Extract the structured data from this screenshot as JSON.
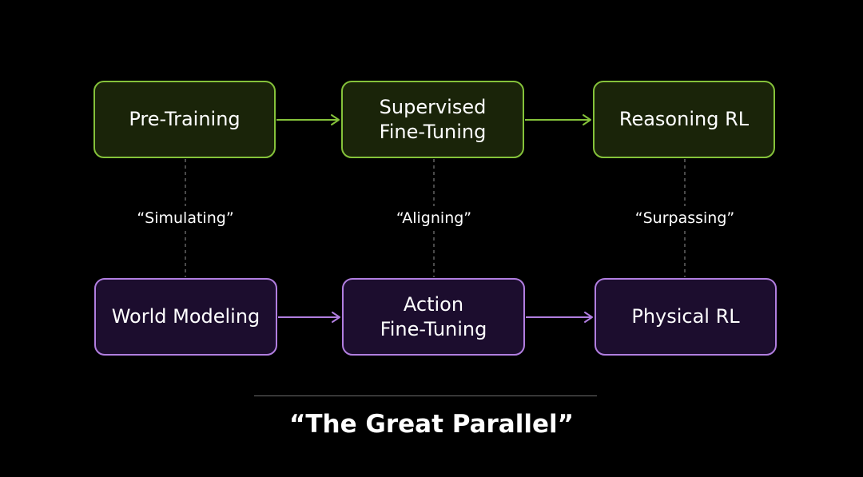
{
  "top_row": {
    "pre_training": [
      "Pre-Training"
    ],
    "supervised_fine_tuning": [
      "Supervised",
      "Fine-Tuning"
    ],
    "reasoning_rl": [
      "Reasoning RL"
    ]
  },
  "bottom_row": {
    "world_modeling": [
      "World Modeling"
    ],
    "action_fine_tuning": [
      "Action",
      "Fine-Tuning"
    ],
    "physical_rl": [
      "Physical RL"
    ]
  },
  "connectors": {
    "simulating": "“Simulating”",
    "aligning": "“Aligning”",
    "surpassing": "“Surpassing”"
  },
  "footer": {
    "title": "“The Great Parallel”"
  },
  "colors": {
    "background": "#000000",
    "green_border": "#85c23a",
    "green_fill": "#1a2409",
    "purple_border": "#b17ee0",
    "purple_fill": "#1c0d2e",
    "dashed_line": "#7a7a7a",
    "divider": "#6e6e6e"
  }
}
